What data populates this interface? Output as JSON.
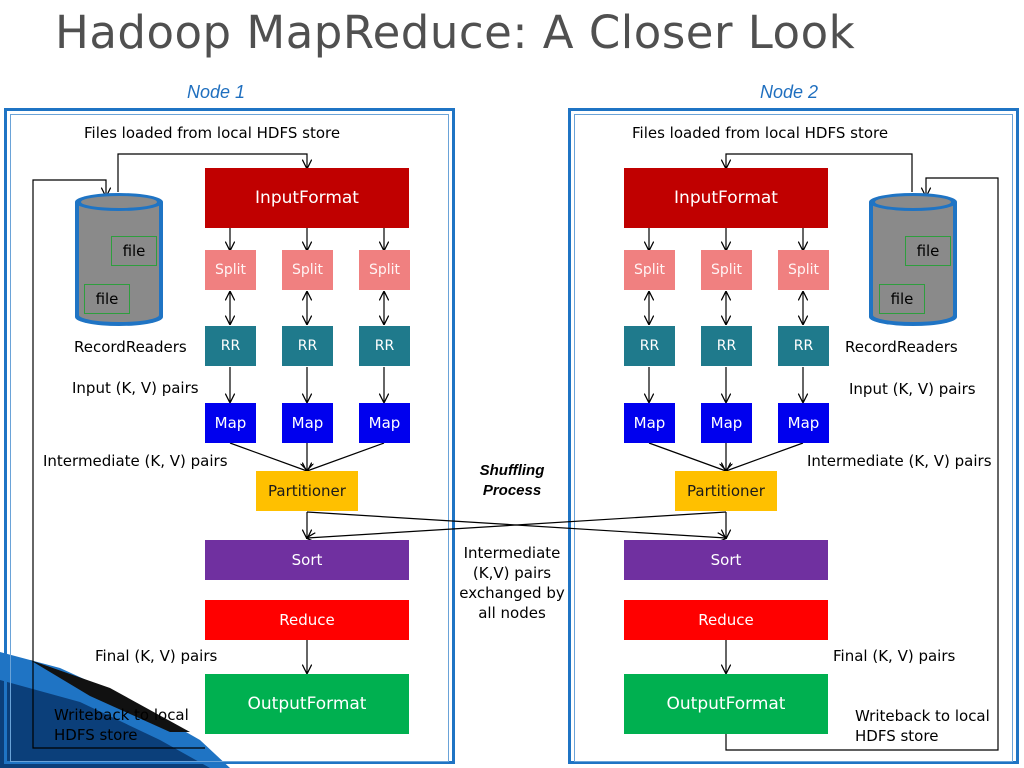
{
  "title": "Hadoop MapReduce: A Closer Look",
  "shuffle": {
    "line1": "Shuffling",
    "line2": "Process"
  },
  "exchange": {
    "line1": "Intermediate",
    "line2": "(K,V) pairs",
    "line3": "exchanged by",
    "line4": "all nodes"
  },
  "nodes": [
    {
      "label": "Node 1",
      "files_loaded": "Files loaded from local HDFS store",
      "input_format": "InputFormat",
      "splits": [
        "Split",
        "Split",
        "Split"
      ],
      "record_readers": [
        "RR",
        "RR",
        "RR"
      ],
      "maps": [
        "Map",
        "Map",
        "Map"
      ],
      "partitioner": "Partitioner",
      "sort": "Sort",
      "reduce": "Reduce",
      "output_format": "OutputFormat",
      "files": [
        "file",
        "file"
      ],
      "record_readers_label": "RecordReaders",
      "input_pairs_label": "Input (K, V) pairs",
      "intermediate_label": "Intermediate (K, V) pairs",
      "final_label": "Final (K, V) pairs",
      "writeback_line1": "Writeback to local",
      "writeback_line2": "HDFS store"
    },
    {
      "label": "Node 2",
      "files_loaded": "Files loaded from local HDFS store",
      "input_format": "InputFormat",
      "splits": [
        "Split",
        "Split",
        "Split"
      ],
      "record_readers": [
        "RR",
        "RR",
        "RR"
      ],
      "maps": [
        "Map",
        "Map",
        "Map"
      ],
      "partitioner": "Partitioner",
      "sort": "Sort",
      "reduce": "Reduce",
      "output_format": "OutputFormat",
      "files": [
        "file",
        "file"
      ],
      "record_readers_label": "RecordReaders",
      "input_pairs_label": "Input (K, V) pairs",
      "intermediate_label": "Intermediate (K, V) pairs",
      "final_label": "Final (K, V) pairs",
      "writeback_line1": "Writeback to local",
      "writeback_line2": "HDFS store"
    }
  ]
}
